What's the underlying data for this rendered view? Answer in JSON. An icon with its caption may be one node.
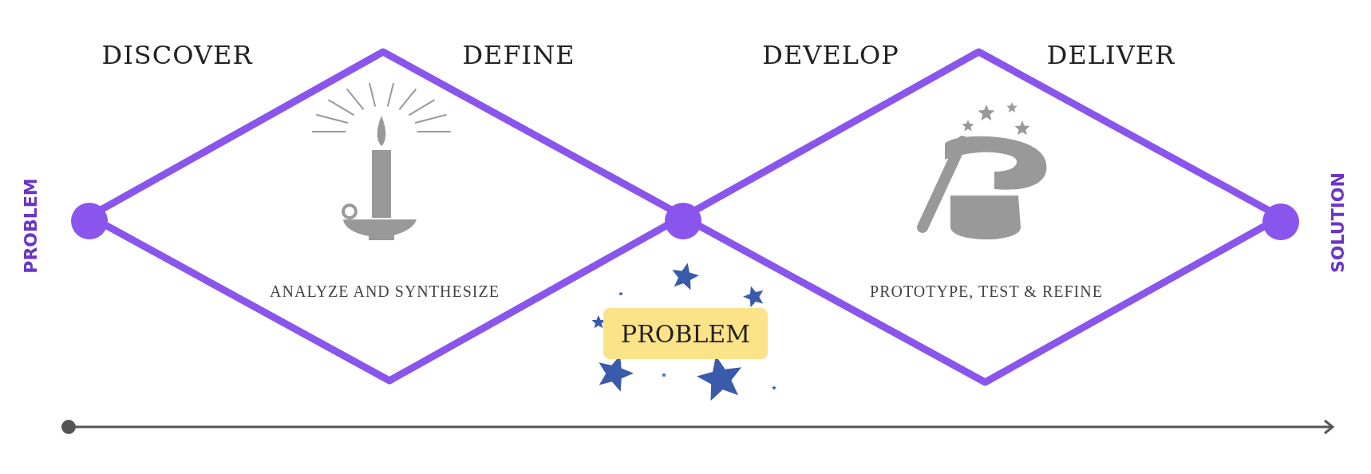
{
  "diagram": {
    "nodes": [
      {
        "text": [
          "ANALYZE AND SYNTHESIZE"
        ]
      },
      {
        "text": [
          "PROTOTYPE, TEST & REFINE"
        ]
      },
      {
        "text": [
          "PROBLEM"
        ]
      }
    ],
    "labels": [
      "DISCOVER",
      "DEFINE",
      "DEVELOP",
      "DELIVER",
      "PROBLEM",
      "SOLUTION"
    ]
  }
}
